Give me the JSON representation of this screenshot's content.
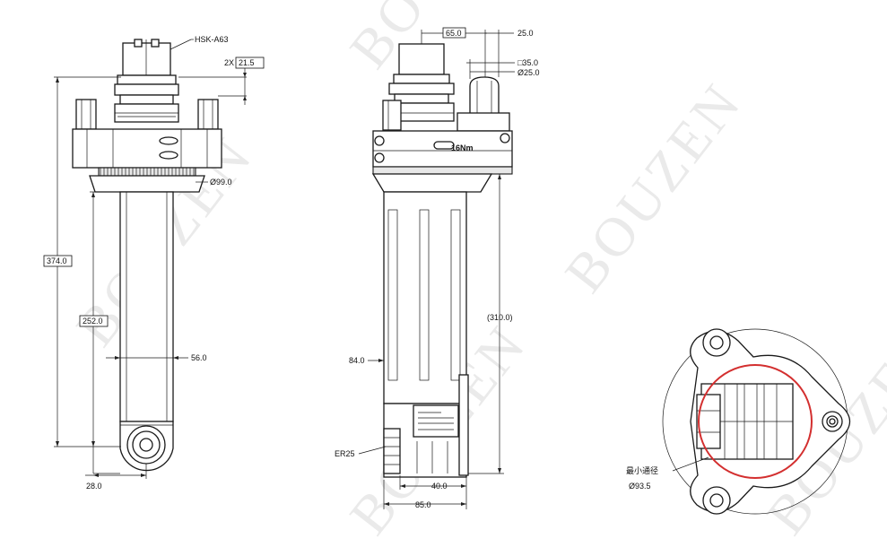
{
  "watermark": "BOUZEN",
  "front_view": {
    "spindle_label": "HSK-A63",
    "dim_width_prefix": "2X",
    "dim_width": "21.5",
    "dim_total_height": "374.0",
    "dim_body_height": "252.0",
    "dim_flange_dia": "Ø99.0",
    "dim_body_width": "56.0",
    "dim_head_offset": "28.0"
  },
  "side_view": {
    "dim_top_offset": "65.0",
    "dim_top_right": "25.0",
    "dim_square": "□35.0",
    "dim_dia": "Ø25.0",
    "torque_label": "16Nm",
    "dim_length": "(310.0)",
    "dim_side": "84.0",
    "collet_label": "ER25",
    "dim_bottom_inner": "40.0",
    "dim_bottom_outer": "85.0"
  },
  "bottom_view": {
    "min_bore_label": "最小通径",
    "min_bore_dia": "Ø93.5"
  }
}
